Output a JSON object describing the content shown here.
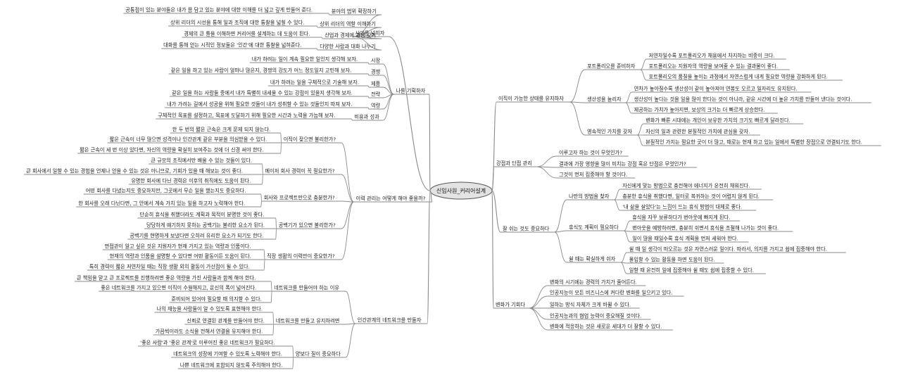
{
  "center": "신입사원_커리어설계",
  "branches": {
    "horizon": {
      "label": "시야를 넓히자",
      "items": [
        {
          "label": "분야의 범위 확장하기",
          "note": "공통점이 있는 분야들은 내가 몸 담고 있는 분야에 대한 이해를 더 넓고 깊게 만들어 준다."
        },
        {
          "label": "상위 리더의 역할 이해하기",
          "note": "상위 리더의 시선을 통해 일과 조직에 대한 통찰을 넓힐 수 있다."
        },
        {
          "label": "산업과 경제에 관심 갖기",
          "note": "경제의 큰 틀을 이해하면 커리어를 설계하는 데 도움이 된다."
        },
        {
          "label": "다양한 사람과 대화 나누기",
          "note": "대화를 통해 얻는 시적인 정보들은 '인간'에 대한 통찰을 넓혀준다."
        }
      ]
    },
    "plan": {
      "label": "나를 기획하자",
      "items": [
        {
          "label": "시장",
          "note": "내가 하려는 일이 계속 필요한 일인지 생각해 보자."
        },
        {
          "label": "경쟁",
          "note": "같은 일을 하고 있는 사람이 얼마나 많은지, 경쟁의 강도가 어느 정도일지 고민해 보자."
        },
        {
          "label": "제품",
          "note": "내가 하려는 일을 구체적으로 기술해 보자."
        },
        {
          "label": "전략",
          "note": "같은 일을 하는 사람들 중에서 내가 특별히 내세울 수 있는 강점이 있을지 생각해 보자."
        },
        {
          "label": "역량",
          "note": "내가 가려는 길에서 성공을 위해 필요한 것들이 내가 성취할 수 있는 것들인지 따져 보자."
        },
        {
          "label": "비용과 성과",
          "note": "구체적인 목표를 설정하고, 목표에 도달하기 위해 필요한 시간과 노력을 가늠해 보자."
        }
      ]
    },
    "resume": {
      "label": "이력 관리는 어떻게 해야 좋을까?",
      "items": [
        {
          "label": "이직이 잦으면 불리한가?",
          "notes": [
            "한 두 번의 짧은 근속은 크게 문제 되지 않는다.",
            "짧은 근속이 너무 많으면 성격이나 인간관계 같은 부분을 의심받을 수 있다.",
            "짧은 근속이 세 번 이상 있다면, 자신의 역량을 확실히 보여주는 것에 더 신경 써야 한다."
          ]
        },
        {
          "label": "메이저 회사 경력이 꼭 필요한가?",
          "notes": [
            "큰 규모의 조직에서만 배울 수 있는 것들이 있다.",
            "큰 회사에서 일할 수 있는 경험을 언제나 얻을 수 있는 것은 아니므로, 기회가 있을 때 해보는 것이 좋다.",
            "유명한 회사에 다닌 경력은 이후의 취직에도 도움이 된다."
          ]
        },
        {
          "label": "회사와 프로젝트만으로 충분한가?",
          "notes": [
            "어떤 회사를 다녔는지도 중요하지만, 그곳에서 무슨 일을 했는지도 중요하다.",
            "한 회사를 오래 다닌다면, 그 안에서 계속 가치 있는 일을 하고자 노력해야 한다."
          ]
        },
        {
          "label": "공백기가 있으면 불리한가?",
          "notes": [
            "단순히 휴식을 취했더라도 계획과 목적이 분명한 것이 좋다.",
            "당당하게 얘기하지 못하는 공백기는 불리한 요소가 된다.",
            "공백기를 현명하게 보냈다면 오히려 유리한 요소가 되기도 한다."
          ]
        },
        {
          "label": "직장 생활의 이력만이 중요한가?",
          "notes": [
            "면접관이 알고 싶은 것은 지원자가 현재 가지고 있는 역량과 인품이다.",
            "현재의 역량과 인품을 설명할 수 있다면 어떤 활동이든 도움이 된다.",
            "특히 경력이 짧은 저연차일 때는 직장 생활 외의 활동이 가산점이 될 수 있다."
          ]
        }
      ]
    },
    "network": {
      "label": "인간관계의 네트워크를 만들자",
      "items": [
        {
          "label": "네트워크를 만들어야 하는 이유",
          "notes": [
            "큰 책임을 맡고 큰 프로젝트를 진행하려면 좋은 역량을 가진 사람들과 함께 해야 한다.",
            "좋은 네트워크를 가지고 있으면 이직이 수월해지고, 운신의 폭이 넓어진다.",
            "준비되어 있어야 필요할 때 의지할 수 있다."
          ]
        },
        {
          "label": "네트워크를 만들고 유지하려면",
          "notes": [
            "나의 재능을 사람들이 알 수 있도록 표현해야 한다.",
            "신뢰로 연결된 관계를 만들어야 한다.",
            "가끔씩이라도 소식을 전해서 연결을 유지해야 한다."
          ]
        },
        {
          "label": "양보다 질이 중요하다",
          "notes": [
            "'좋은 사람'과 '좋은 관계'로 이루어진 좋은 네트워크가 필요하다.",
            "네트워크의 성장에 기여할 수 있도록 노력해야 한다.",
            "나쁜 네트워크에 포함되지 않도록 주의해야 한다."
          ]
        }
      ]
    },
    "movable": {
      "label": "이직이 가능한 상태를 유지하자",
      "items": [
        {
          "label": "포트폴리오를 준비하자",
          "notes": [
            "저연차일수록 포트폴리오가 채용에서 차지하는 비중이 크다.",
            "포트폴리오는 지원자의 역량을 보여줄 수 있는 결과물이 좋다.",
            "포트폴리오의 품질을 높이는 과정에서 자연스럽게 내게 필요한 역량을 강화하게 된다."
          ]
        },
        {
          "label": "생산성을 늘리자",
          "notes": [
            "연차가 높아질수록 생산성이 같이 높아져야 연봉도 오르고 일자리도 유지된다.",
            "생산성이 높다는 것을 일을 많이 한다는 것이 아니라, 같은 시간에 더 높은 가치를 만들어 낸다는 것이다.",
            "제공하는 가치가 높아지면, 보상의 크기는 더 빠르게 상승한다."
          ]
        },
        {
          "label": "영속적인 가치를 갖자",
          "notes": [
            "변화가 빠른 시대에는 개인이 보유한 가치의 크기도 빠르게 달라진다.",
            "자신의 일과 관련한 본질적인 가치에 관심을 갖자.",
            "본질적인 가치는 필요한 곳이 더 많고, 때로는 현재 하고 있는 일에서 특별한 장점으로 연결되기도 한다."
          ]
        }
      ]
    },
    "strength": {
      "label": "강점과 단점 관리",
      "notes": [
        "이루고자 하는 것이 무엇인가?",
        "결과에 가장 영향을 많이 미치는 강점 혹은 단점은 무엇인가?",
        "그것이 먼저 집중해야 할 것이다."
      ]
    },
    "rest": {
      "label": "잘 쉬는 것도 중요하다",
      "items": [
        {
          "label": "나만의 방법을 찾자",
          "notes": [
            "자신에게 맞는 방법으로 충전해야 에너지가 온전히 채워진다.",
            "충분한 휴식을 취했다면, 일터로 복귀하는 것이 어렵지 않게 된다.",
            "'내 삶을 살았다'는 느낌이 드는 휴식 방법이 대체로 좋다."
          ]
        },
        {
          "label": "휴식도 계획이 필요하다",
          "notes": [
            "휴식을 자꾸 보류하다가 번아웃에 빠지게 된다.",
            "번아웃을 예방하려면, 충분히 쉬면서 휴식을 조절해 나가는 것이 좋다.",
            "일이 많을 때일수록 휴식 계획을 먼저 세워야 한다."
          ]
        },
        {
          "label": "쉴 때는 확실하게 쉬자",
          "notes": [
            "쉴 때 일 생각이 떠오르는 것은 자연스러운 일이다. 따라서, 의지를 가지고 쉼에 집중해야 한다.",
            "몰입할 수 있는 활동을 하면 도움이 된다.",
            "일할 때 온전히 일에 집중해야 쉴 때도 쉼에 집중할 수 있다."
          ]
        }
      ]
    },
    "change": {
      "label": "변화가 기회다",
      "notes": [
        "변화의 시기에는 경력의 가치가 줄어든다.",
        "인공지능이 모든 비즈니스에 커다란 변화를 일으키고 있다.",
        "일하는 방식 자체가 크게 바뀔 수 있다.",
        "인공지능과의 협업 능력이 중요해질 것이다.",
        "변화에 적응하는 것은 새로운 세대가 더 잘할 수 있다."
      ]
    }
  },
  "colors": {
    "line": "#8a8a8a",
    "center_fill": "#e3e3e3",
    "center_stroke": "#555555",
    "text": "#222222",
    "background": "#ffffff"
  }
}
